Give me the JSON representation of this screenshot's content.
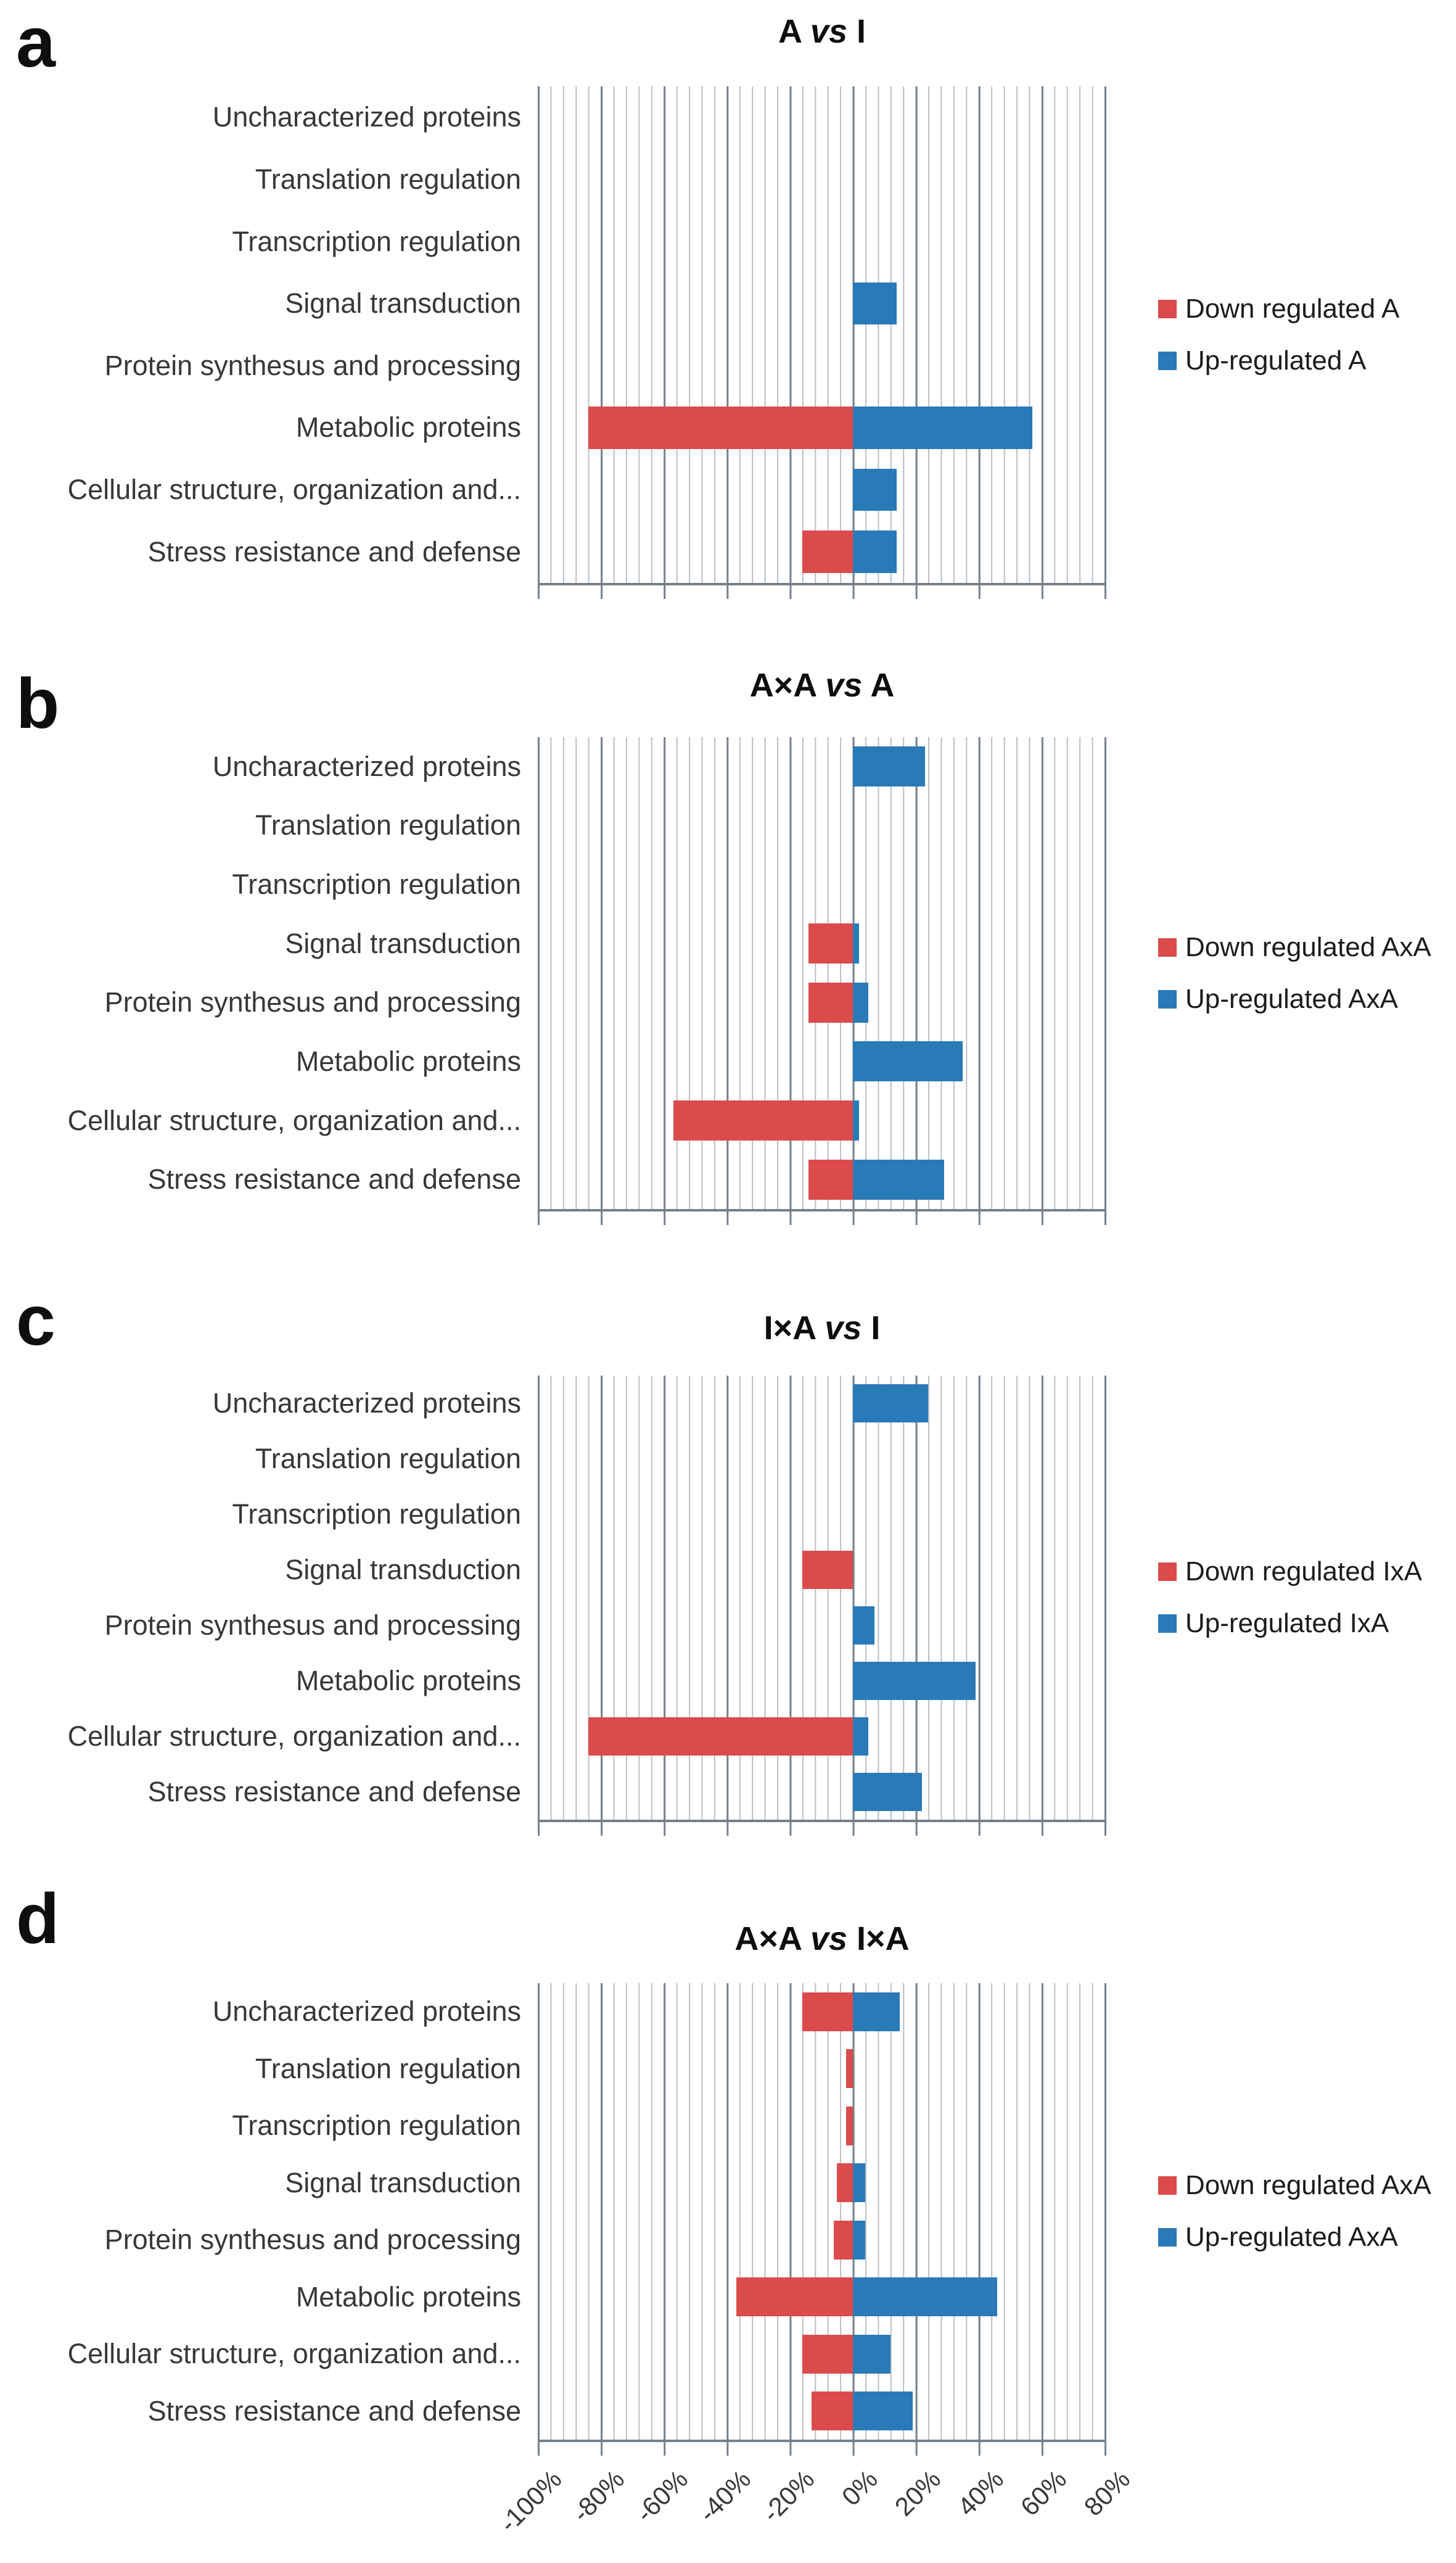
{
  "colors": {
    "down": "#DC4B4B",
    "up": "#2B7AB8",
    "grid_minor": "#B9BFC6",
    "grid_major": "#75808A"
  },
  "categories": [
    "Uncharacterized proteins",
    "Translation regulation",
    "Transcription regulation",
    "Signal transduction",
    "Protein synthesus and processing",
    "Metabolic proteins",
    "Cellular structure, organization and...",
    "Stress resistance and defense"
  ],
  "chart_data": [
    {
      "type": "bar",
      "orientation": "horizontal",
      "panel_letter": "a",
      "title": "A vs I",
      "title_parts": {
        "left": "A",
        "vs": "vs",
        "right": "I"
      },
      "categories": [
        "Uncharacterized proteins",
        "Translation regulation",
        "Transcription regulation",
        "Signal transduction",
        "Protein synthesus and processing",
        "Metabolic proteins",
        "Cellular structure, organization and...",
        "Stress resistance and defense"
      ],
      "series": [
        {
          "name": "Down regulated A",
          "color": "red",
          "values": [
            0,
            0,
            0,
            0,
            0,
            -84,
            0,
            -16
          ]
        },
        {
          "name": "Up-regulated A",
          "color": "blue",
          "values": [
            0,
            0,
            0,
            14,
            0,
            57,
            14,
            14
          ]
        }
      ],
      "xlim": [
        -100,
        80
      ],
      "x_major_step": 20,
      "x_minor_step": 4,
      "grid": true,
      "legend_position": "right",
      "x_tick_labels": null
    },
    {
      "type": "bar",
      "orientation": "horizontal",
      "panel_letter": "b",
      "title": "A×A vs A",
      "title_parts": {
        "left": "A×A",
        "vs": "vs",
        "right": "A"
      },
      "categories": [
        "Uncharacterized proteins",
        "Translation regulation",
        "Transcription regulation",
        "Signal transduction",
        "Protein synthesus and processing",
        "Metabolic proteins",
        "Cellular structure, organization and...",
        "Stress resistance and defense"
      ],
      "series": [
        {
          "name": "Down regulated AxA",
          "color": "red",
          "values": [
            0,
            0,
            0,
            -14,
            -14,
            0,
            -57,
            -14
          ]
        },
        {
          "name": "Up-regulated AxA",
          "color": "blue",
          "values": [
            23,
            0,
            0,
            2,
            5,
            35,
            2,
            29
          ]
        }
      ],
      "xlim": [
        -100,
        80
      ],
      "x_major_step": 20,
      "x_minor_step": 4,
      "grid": true,
      "legend_position": "right",
      "x_tick_labels": null
    },
    {
      "type": "bar",
      "orientation": "horizontal",
      "panel_letter": "c",
      "title": "I×A vs I",
      "title_parts": {
        "left": "I×A",
        "vs": "vs",
        "right": "I"
      },
      "categories": [
        "Uncharacterized proteins",
        "Translation regulation",
        "Transcription regulation",
        "Signal transduction",
        "Protein synthesus and processing",
        "Metabolic proteins",
        "Cellular structure, organization and...",
        "Stress resistance and defense"
      ],
      "series": [
        {
          "name": "Down regulated IxA",
          "color": "red",
          "values": [
            0,
            0,
            0,
            -16,
            0,
            0,
            -84,
            0
          ]
        },
        {
          "name": "Up-regulated IxA",
          "color": "blue",
          "values": [
            24,
            0,
            0,
            0,
            7,
            39,
            5,
            22
          ]
        }
      ],
      "xlim": [
        -100,
        80
      ],
      "x_major_step": 20,
      "x_minor_step": 4,
      "grid": true,
      "legend_position": "right",
      "x_tick_labels": null
    },
    {
      "type": "bar",
      "orientation": "horizontal",
      "panel_letter": "d",
      "title": "A×A vs I×A",
      "title_parts": {
        "left": "A×A",
        "vs": "vs",
        "right": "I×A"
      },
      "categories": [
        "Uncharacterized proteins",
        "Translation regulation",
        "Transcription regulation",
        "Signal transduction",
        "Protein synthesus and processing",
        "Metabolic proteins",
        "Cellular structure, organization and...",
        "Stress resistance and defense"
      ],
      "series": [
        {
          "name": "Down regulated AxA",
          "color": "red",
          "values": [
            -16,
            -2,
            -2,
            -5,
            -6,
            -37,
            -16,
            -13
          ]
        },
        {
          "name": "Up-regulated AxA",
          "color": "blue",
          "values": [
            15,
            0,
            0,
            4,
            4,
            46,
            12,
            19
          ]
        }
      ],
      "xlim": [
        -100,
        80
      ],
      "x_major_step": 20,
      "x_minor_step": 4,
      "grid": true,
      "legend_position": "right",
      "x_tick_labels": [
        "-100%",
        "-80%",
        "-60%",
        "-40%",
        "-20%",
        "0%",
        "20%",
        "40%",
        "60%",
        "80%"
      ]
    }
  ]
}
